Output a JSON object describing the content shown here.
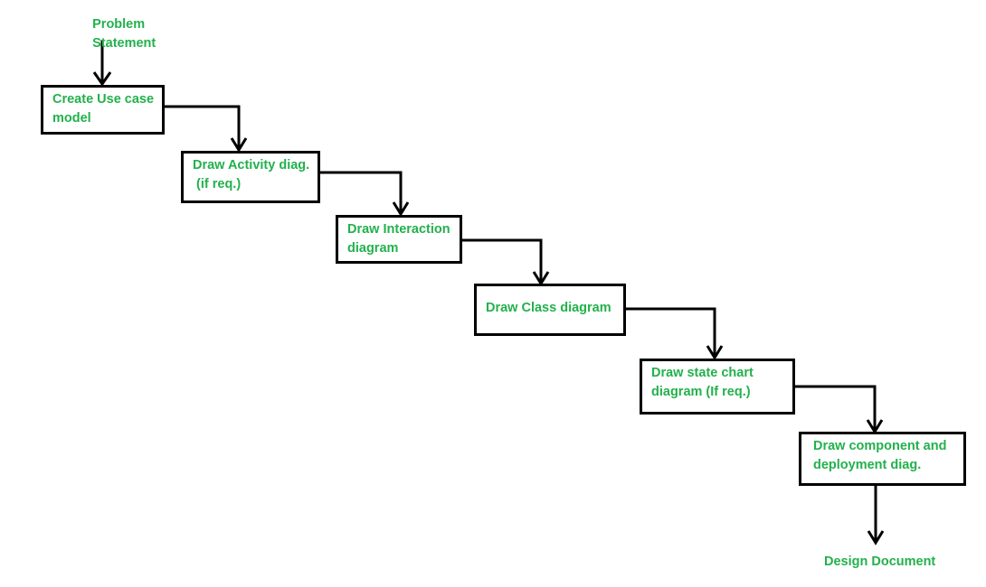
{
  "colors": {
    "text": "#22b14c",
    "stroke": "#000000",
    "background": "#ffffff"
  },
  "diagram": {
    "start_label": [
      "Problem",
      "Statement"
    ],
    "end_label": "Design Document",
    "steps": [
      {
        "lines": [
          "Create Use case",
          "model"
        ]
      },
      {
        "lines": [
          "Draw Activity diag.",
          " (if req.)"
        ]
      },
      {
        "lines": [
          "Draw Interaction",
          "diagram"
        ]
      },
      {
        "lines": [
          "Draw Class diagram"
        ]
      },
      {
        "lines": [
          "Draw state chart",
          "diagram (If req.)"
        ]
      },
      {
        "lines": [
          "Draw component and",
          "deployment diag."
        ]
      }
    ]
  }
}
